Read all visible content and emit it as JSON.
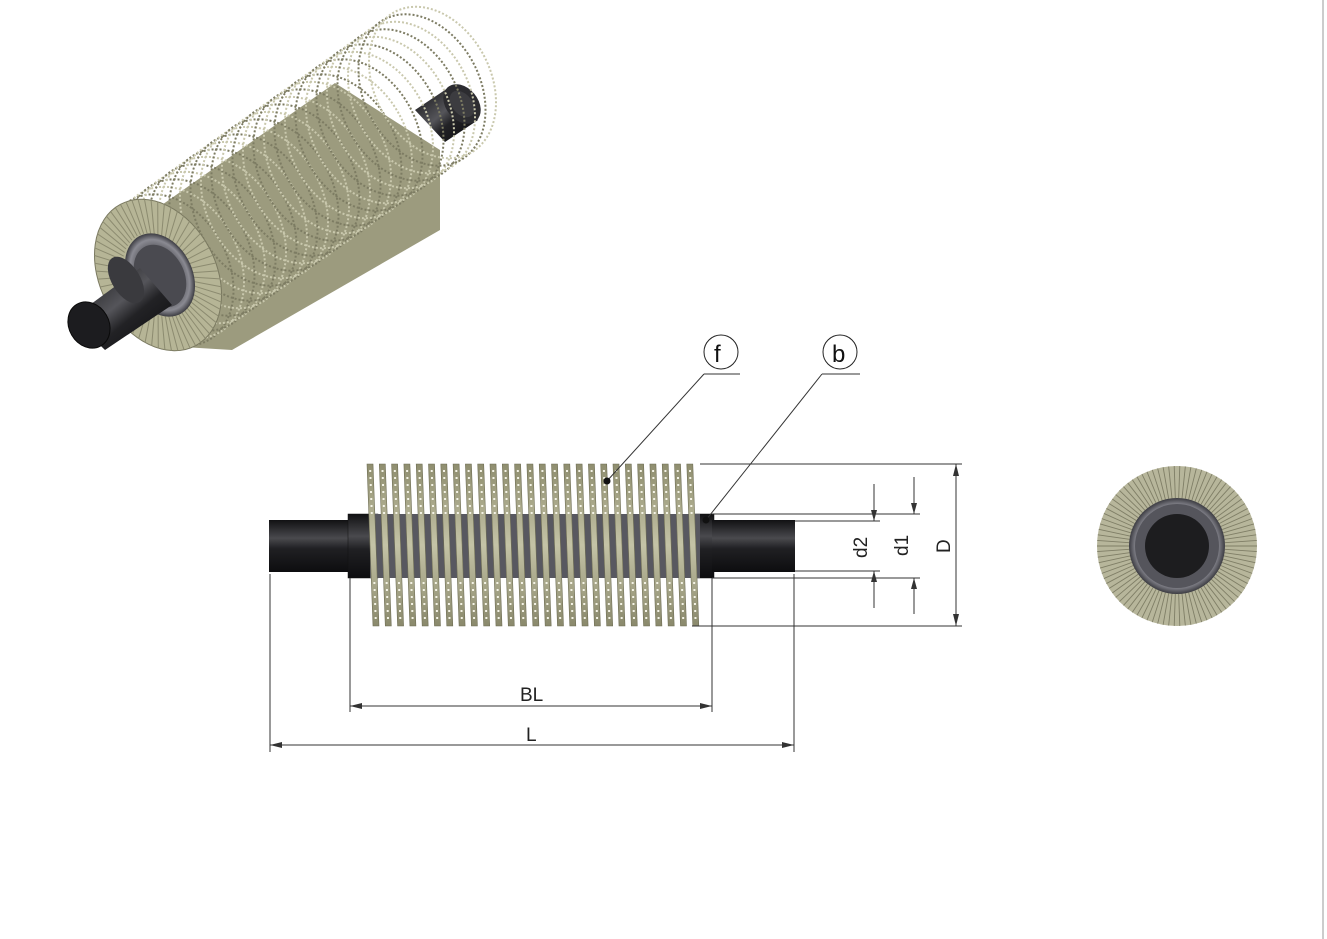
{
  "callouts": {
    "fin": "f",
    "base_tube": "b"
  },
  "dimensions": {
    "bare_length": "BL",
    "total_length": "L",
    "inner_diameter": "d2",
    "outer_tube_diameter": "d1",
    "fin_diameter": "D"
  },
  "colors": {
    "fin": "#a9a88a",
    "fin_dark": "#6f6e55",
    "tube": "#2a2a2c",
    "tube_highlight": "#5a5a5e",
    "collar": "#6c6c72",
    "line": "#333333"
  },
  "views": {
    "isometric": "isometric-view",
    "side": "side-view",
    "end": "end-view"
  }
}
